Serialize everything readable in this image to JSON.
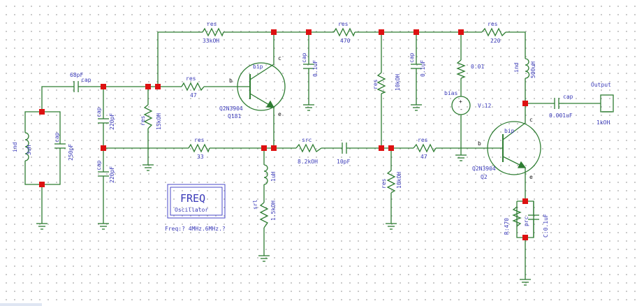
{
  "colors": {
    "wire": "#2e7d32",
    "label": "#3a3ab8",
    "junction": "#dd1111",
    "pin": "#111111"
  },
  "components": {
    "r_top1": {
      "type": "res",
      "value": "33kOH"
    },
    "r_top2": {
      "type": "res",
      "value": "470"
    },
    "r_top3": {
      "type": "res",
      "value": "220"
    },
    "r_base1": {
      "type": "res",
      "value": "47"
    },
    "r_bias1": {
      "type": "res",
      "value": "15kOH"
    },
    "r_mid1": {
      "type": "res",
      "value": "33"
    },
    "r_src": {
      "type": "src",
      "value": "8.2kOH"
    },
    "c_couple": {
      "value": "10pF"
    },
    "r_base2": {
      "type": "res",
      "value": "47"
    },
    "r_div1": {
      "type": "res",
      "value": "10kOH"
    },
    "r_div2": {
      "type": "res",
      "value": "10kOH"
    },
    "c_bypass1": {
      "type": "cap",
      "value": "0.1uF"
    },
    "c_bypass2": {
      "type": "cap",
      "value": "0.1uF"
    },
    "c_in": {
      "type": "cap",
      "value": "68pF"
    },
    "c_tank": {
      "type": "cap",
      "value": "250pF"
    },
    "l_tank": {
      "type": "ind",
      "value": "3uH"
    },
    "c_split1": {
      "type": "cap",
      "value": "220pF"
    },
    "c_split2": {
      "type": "cap",
      "value": "220pF"
    },
    "l_rfc": {
      "type": "ind",
      "value": "500uH"
    },
    "c_out": {
      "type": "cap",
      "value": "0.001uF"
    },
    "r_load": {
      "value": "1kOH"
    },
    "output_label": "Output",
    "l_srl": {
      "type": "srl",
      "value": "1uH"
    },
    "r_srl": {
      "value": "1.5kOH"
    },
    "bias_src": {
      "label": "bias",
      "r": "0.01",
      "v": "V:12",
      "plus": "+",
      "minus": "-"
    },
    "q1": {
      "model": "Q2N3904",
      "name": "Q181",
      "tag": "bip",
      "b": "b",
      "c": "c",
      "e": "e"
    },
    "q2": {
      "model": "Q2N3904",
      "name": "Q2",
      "tag": "bip",
      "b": "b",
      "c": "c",
      "e": "e"
    },
    "re_q2": {
      "r": "R:470",
      "c": "C:0.1uF",
      "tag": "prc"
    }
  },
  "note_box": {
    "title": "FREQ",
    "subtitle": "Oscillator",
    "caption": "Freq:? 4MHz.6MHz.?"
  }
}
